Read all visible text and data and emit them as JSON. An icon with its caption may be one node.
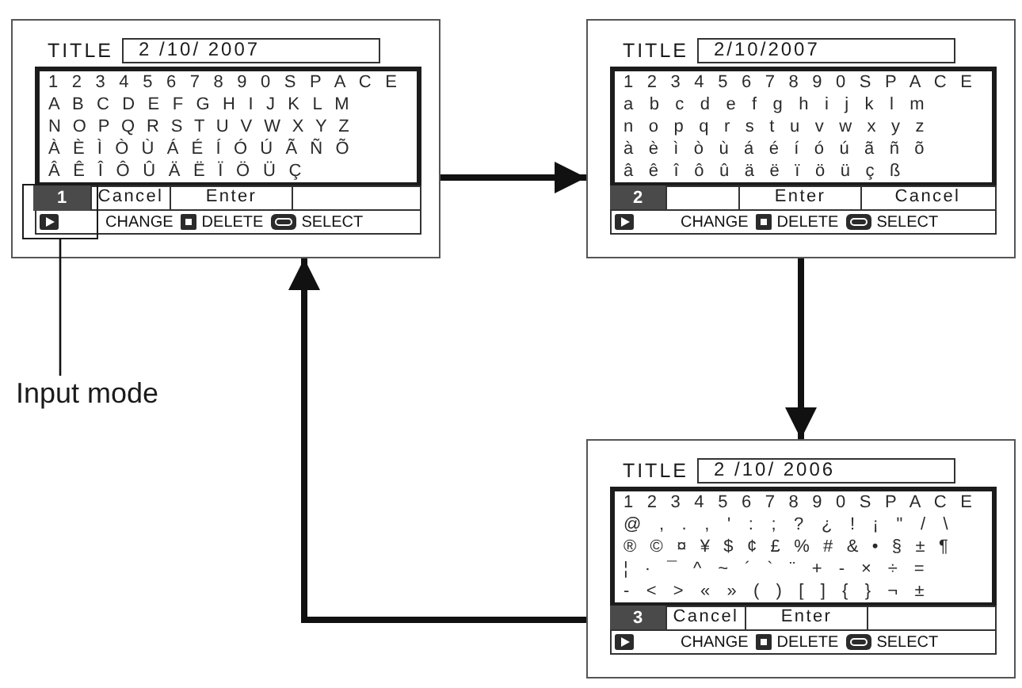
{
  "diagram": {
    "nodes": [
      {
        "text": [],
        "shape": "box"
      },
      {
        "text": [
          "2 /10/ 2007"
        ],
        "beside": [
          "TITLE"
        ],
        "in": 0
      },
      {
        "text": [
          "1 2 3 4 5 6 7 8 9 0 S P A C E",
          "A B C D E F G H I J K L M",
          "N O P Q R S T U V W X Y Z",
          "À È Ì Ò Ù Á É Í Ó Ú Ã Ñ Õ",
          "Â Ê Î Ô Û Ä Ë Ï Ö Ü Ç"
        ],
        "in": 0
      },
      {
        "text": [],
        "shape": "box",
        "in": 0
      },
      {
        "text": [
          "1"
        ],
        "in": 3
      },
      {
        "text": [
          "Cancel"
        ],
        "in": 0
      },
      {
        "text": [
          "Enter"
        ],
        "in": 0
      },
      {
        "text": [],
        "shape": "box",
        "in": 0
      },
      {
        "text": [
          "CHANGE",
          "DELETE",
          "SELECT"
        ],
        "in": 0
      },
      {
        "text": [],
        "shape": "box"
      },
      {
        "text": [
          "2/10/2007"
        ],
        "beside": [
          "TITLE"
        ],
        "in": 9
      },
      {
        "text": [
          "1 2 3 4 5 6 7 8 9 0 S P A C E",
          "a b c d e f g h i j k l m",
          "n o p q r s t u v w x y z",
          "à è ì ò ù á é í ó ú ã ñ õ",
          "â ê î ô û ä ë ï ö ü ç ß"
        ],
        "in": 9
      },
      {
        "text": [
          "2"
        ],
        "in": 9
      },
      {
        "text": [],
        "shape": "box",
        "in": 9
      },
      {
        "text": [
          "Enter"
        ],
        "in": 9
      },
      {
        "text": [
          "Cancel"
        ],
        "in": 9
      },
      {
        "text": [
          "CHANGE",
          "DELETE",
          "SELECT"
        ],
        "in": 9
      },
      {
        "text": [
          "Input mode"
        ]
      },
      {
        "text": [],
        "shape": "box"
      },
      {
        "text": [
          "2 /10/ 2006"
        ],
        "beside": [
          "TITLE"
        ],
        "in": 18
      },
      {
        "text": [
          "1 2 3 4 5 6 7 8 9 0 S P A C E",
          "@ , . , ' : ; ? ¿ ! ¡ \" / \\",
          "® © ¤ ¥ $ ¢ £ % # & • § ± ¶",
          "¦ · ¯ ^ ~ ´ ` ¨ + - × ÷ =",
          "- < > « » ( ) [ ] { } ¬ ±"
        ],
        "in": 18
      },
      {
        "text": [
          "3"
        ],
        "in": 18
      },
      {
        "text": [
          "Cancel"
        ],
        "in": 18
      },
      {
        "text": [
          "Enter"
        ],
        "in": 18
      },
      {
        "text": [],
        "shape": "box",
        "in": 18
      },
      {
        "text": [
          "CHANGE",
          "DELETE",
          "SELECT"
        ],
        "in": 18
      }
    ],
    "edges": [
      {
        "from": 0,
        "to": 9,
        "arrow": "to"
      },
      {
        "from": 9,
        "to": 18,
        "arrow": "to"
      },
      {
        "from": 18,
        "to": 0,
        "arrow": "to"
      },
      {
        "from": 17,
        "to": 3,
        "arrow": "none"
      }
    ]
  }
}
